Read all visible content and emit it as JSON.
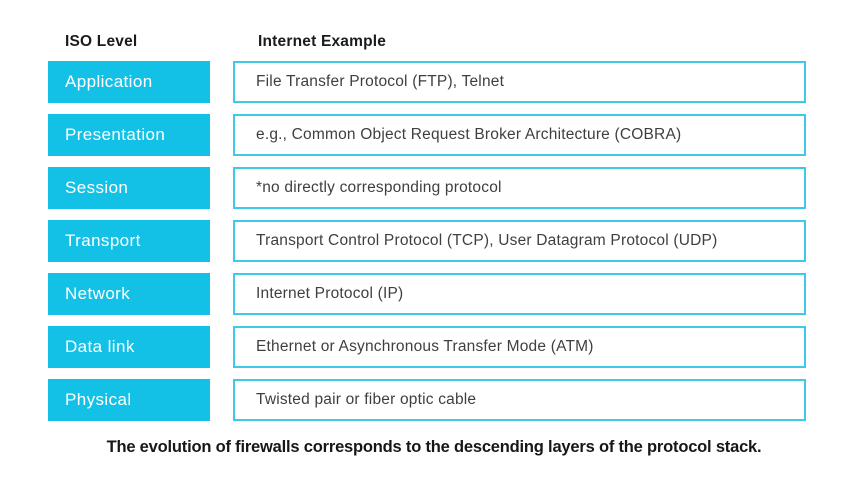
{
  "colors": {
    "cyan_fill": "#14c1e6",
    "box_border": "#3cc9ea",
    "level_text": "#ffffff",
    "example_text": "#3f3f3f",
    "heading_text": "#1b1b1b"
  },
  "headers": {
    "iso_level": "ISO Level",
    "internet_example": "Internet Example"
  },
  "rows": [
    {
      "level": "Application",
      "example": "File Transfer Protocol (FTP), Telnet"
    },
    {
      "level": "Presentation",
      "example": "e.g., Common Object Request Broker Architecture (COBRA)"
    },
    {
      "level": "Session",
      "example": "*no directly corresponding protocol"
    },
    {
      "level": "Transport",
      "example": "Transport Control Protocol (TCP), User Datagram Protocol (UDP)"
    },
    {
      "level": "Network",
      "example": "Internet Protocol (IP)"
    },
    {
      "level": "Data link",
      "example": "Ethernet or Asynchronous Transfer Mode (ATM)"
    },
    {
      "level": "Physical",
      "example": "Twisted pair or fiber optic cable"
    }
  ],
  "caption": "The evolution of firewalls corresponds to the descending layers of the protocol stack."
}
